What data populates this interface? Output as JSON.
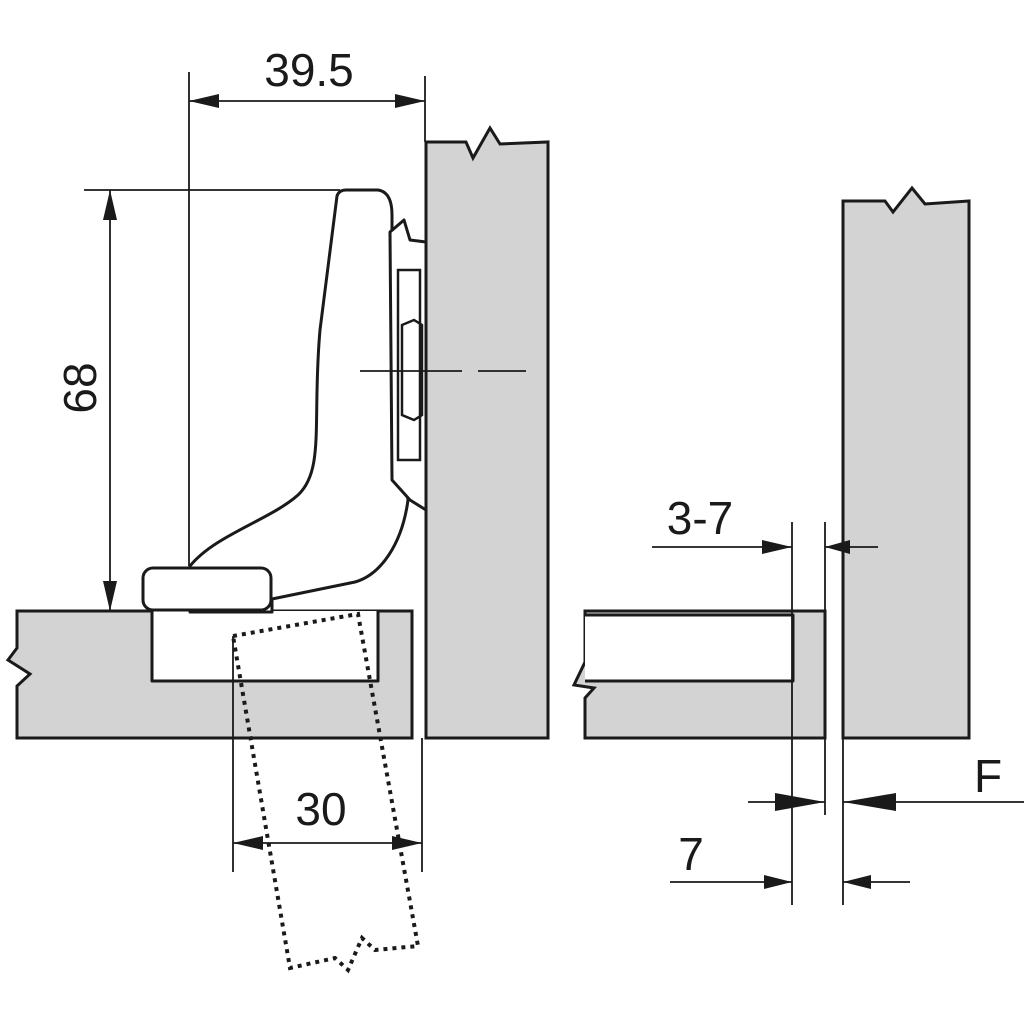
{
  "dimensions": {
    "width_overall": "39.5",
    "height": "68",
    "cup_distance": "30",
    "overlay": "3-7",
    "gap": "7",
    "force_label": "F"
  }
}
